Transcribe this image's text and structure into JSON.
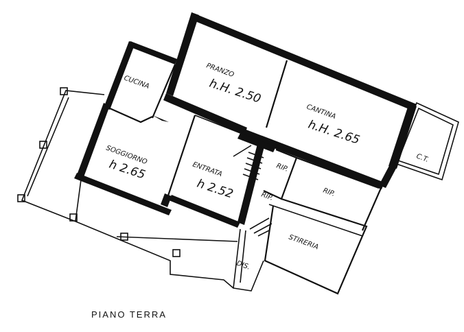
{
  "floor_title": "PIANO TERRA",
  "rooms": {
    "pranzo": {
      "name": "PRANZO",
      "height": "h.H. 2.50"
    },
    "cantina": {
      "name": "CANTINA",
      "height": "h.H. 2.65"
    },
    "cucina": {
      "name": "CUCINA"
    },
    "soggiorno": {
      "name": "SOGGIORNO",
      "height": "h 2.65"
    },
    "entrata": {
      "name": "ENTRATA",
      "height": "h 2.52"
    },
    "rip_1": {
      "name": "RIP."
    },
    "rip_2": {
      "name": "RIP."
    },
    "rip_3": {
      "name": "RIP."
    },
    "ct": {
      "name": "C.T."
    },
    "stireria": {
      "name": "STIRERIA"
    },
    "dis": {
      "name": "DIS."
    }
  },
  "colors": {
    "ink": "#111111",
    "paper": "#ffffff"
  }
}
